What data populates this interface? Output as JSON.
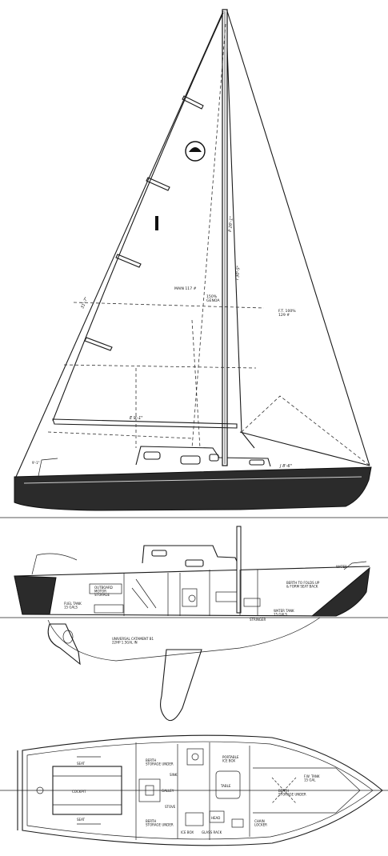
{
  "sail_plan": {
    "dims": {
      "p": "P 26'-1\"",
      "e": "E 9'-1\"",
      "i": "I 30'-5\"",
      "j": "J 8'-6\"",
      "main_area": "MAIN 117 #",
      "jib": "150%\nGENOA",
      "foretriangle": "F.T. 100%\n129 #",
      "headsail_len": "31'-7\"",
      "boom_len": "9'-1\""
    }
  },
  "profile": {
    "labels": {
      "outboard": "OUTBOARD\nMOTOR\nSTORAGE",
      "fuel_tank": "FUEL TANK\n15 GALS",
      "engine": "UNIVERSAL CATAMENT B1\n22HP 1.5GAL IN",
      "water_tank": "WATER TANK\n15 GALS",
      "stringer": "STRINGER",
      "berth_folds": "BERTH TO FOLDS UP\n& FORM SEAT BACK",
      "water": "WATER"
    }
  },
  "plan": {
    "labels": {
      "seat_top": "SEAT",
      "seat_bottom": "SEAT",
      "cockpit": "COCKPIT",
      "berth_top": "BERTH\nSTORAGE UNDER",
      "berth_bottom": "BERTH\nSTORAGE UNDER",
      "galley": "GALLEY",
      "sink": "SINK",
      "stove": "STOVE",
      "portable_ice_box": "PORTABLE\nICE BOX",
      "table": "TABLE",
      "v_berth": "BERTH\nSTORAGE UNDER",
      "fw_tank": "F.W. TANK\n15 GAL",
      "chain_locker": "CHAIN\nLOCKER",
      "head": "HEAD",
      "glass_rack": "GLASS RACK",
      "ice_box": "ICE BOX"
    }
  }
}
